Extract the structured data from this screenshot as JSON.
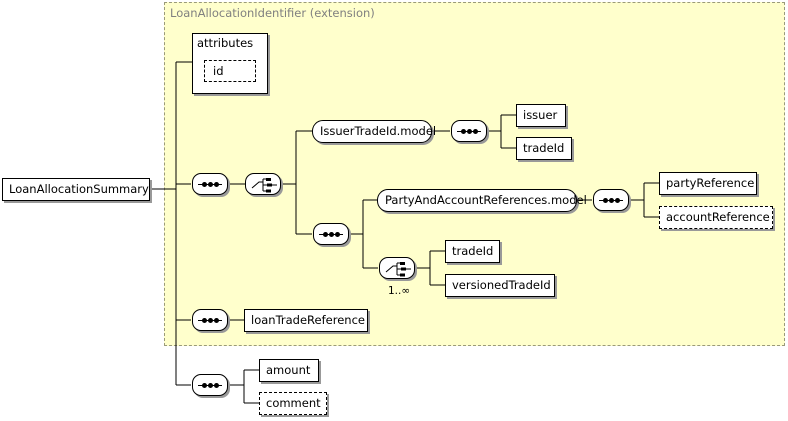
{
  "diagram": {
    "root_element": "LoanAllocationSummary",
    "extension_label": "LoanAllocationIdentifier (extension)",
    "attributes": {
      "title": "attributes",
      "items": [
        "id"
      ]
    },
    "groups": {
      "issuer_trade_id_model": "IssuerTradeId.model",
      "party_and_account_references_model": "PartyAndAccountReferences.model"
    },
    "elements": {
      "issuer": "issuer",
      "trade_id_issuer": "tradeId",
      "party_reference": "partyReference",
      "account_reference": "accountReference",
      "trade_id_choice": "tradeId",
      "versioned_trade_id": "versionedTradeId",
      "loan_trade_reference": "loanTradeReference",
      "amount": "amount",
      "comment": "comment"
    },
    "choice_occurrence": "1..∞",
    "colors": {
      "extension_fill": "#ffffcc",
      "extension_border": "#9a9a7a",
      "label_gray": "#808080"
    }
  }
}
